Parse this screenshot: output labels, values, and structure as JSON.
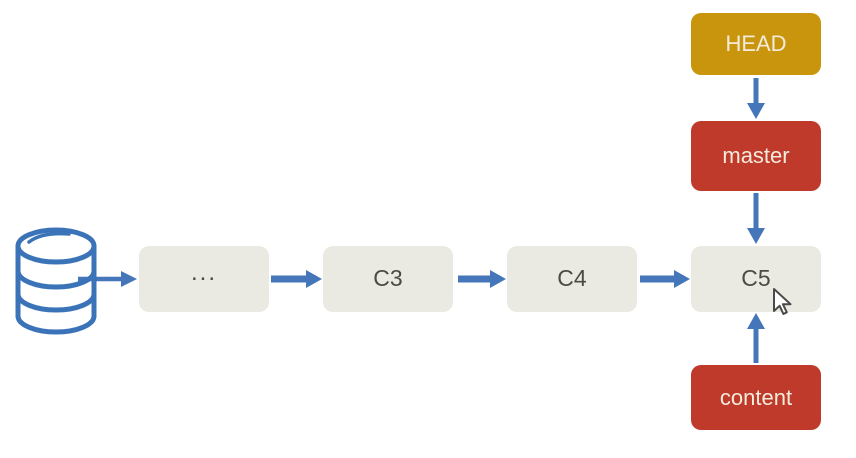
{
  "diagram": {
    "title_hint": "git commit history with HEAD, master branch and content branch pointing to C5",
    "commits": [
      {
        "id": "earlier",
        "label": "..."
      },
      {
        "id": "c3",
        "label": "C3"
      },
      {
        "id": "c4",
        "label": "C4"
      },
      {
        "id": "c5",
        "label": "C5"
      }
    ],
    "refs": [
      {
        "id": "head",
        "label": "HEAD"
      },
      {
        "id": "master",
        "label": "master"
      },
      {
        "id": "content",
        "label": "content"
      }
    ],
    "icons": [
      {
        "name": "database-icon",
        "meaning": "object database / repository storage"
      },
      {
        "name": "mouse-cursor-icon",
        "meaning": "pointer hovering over commit C5"
      }
    ],
    "arrows": [
      {
        "from": "database",
        "to": "earlier",
        "direction": "right"
      },
      {
        "from": "earlier",
        "to": "c3",
        "direction": "right"
      },
      {
        "from": "c3",
        "to": "c4",
        "direction": "right"
      },
      {
        "from": "c4",
        "to": "c5",
        "direction": "right"
      },
      {
        "from": "head",
        "to": "master",
        "direction": "down"
      },
      {
        "from": "master",
        "to": "c5",
        "direction": "down"
      },
      {
        "from": "content",
        "to": "c5",
        "direction": "up"
      }
    ],
    "colors": {
      "background": "#ffffff",
      "head_fill": "#c9950c",
      "branch_fill": "#bf3a2b",
      "commit_fill": "#ebeae2",
      "commit_text": "#4b4b43",
      "ref_text": "#f3ecdd",
      "arrow_blue": "#4576b9",
      "database_stroke": "#3b73b8"
    }
  }
}
